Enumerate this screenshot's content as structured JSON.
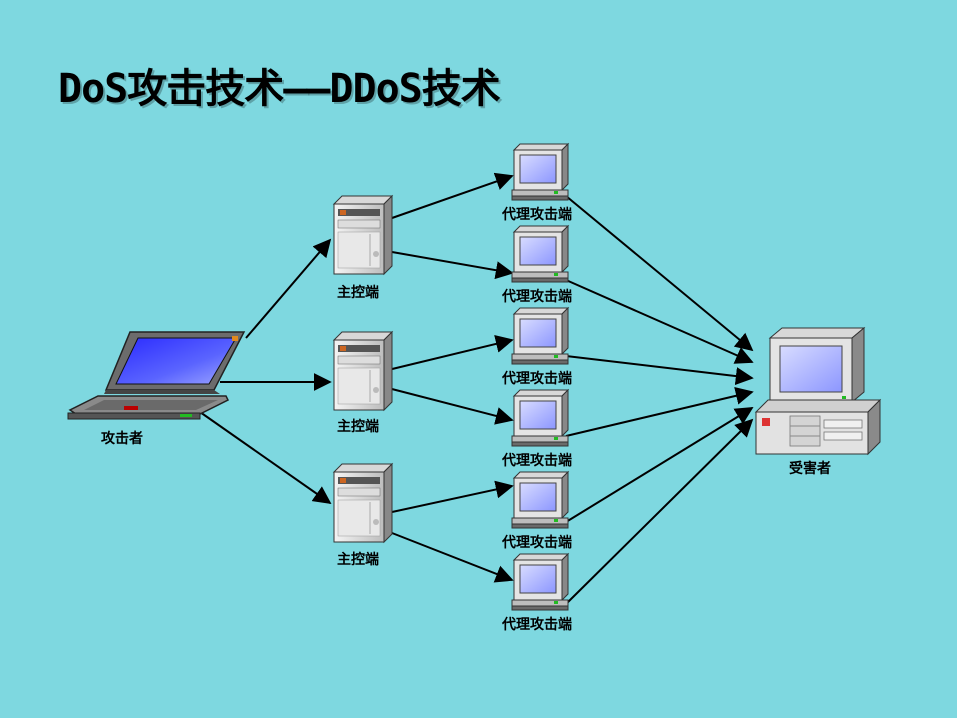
{
  "title": "DoS攻击技术——DDoS技术",
  "nodes": {
    "attacker": {
      "label": "攻击者",
      "icon": "laptop-icon"
    },
    "masters": [
      {
        "label": "主控端",
        "icon": "server-icon"
      },
      {
        "label": "主控端",
        "icon": "server-icon"
      },
      {
        "label": "主控端",
        "icon": "server-icon"
      }
    ],
    "agents": [
      {
        "label": "代理攻击端",
        "icon": "computer-monitor-icon"
      },
      {
        "label": "代理攻击端",
        "icon": "computer-monitor-icon"
      },
      {
        "label": "代理攻击端",
        "icon": "computer-monitor-icon"
      },
      {
        "label": "代理攻击端",
        "icon": "computer-monitor-icon"
      },
      {
        "label": "代理攻击端",
        "icon": "computer-monitor-icon"
      },
      {
        "label": "代理攻击端",
        "icon": "computer-monitor-icon"
      }
    ],
    "victim": {
      "label": "受害者",
      "icon": "desktop-computer-icon"
    }
  },
  "colors": {
    "background": "#7ed8e0",
    "screen_blue": "#3a3aff",
    "arrow": "#000000"
  }
}
